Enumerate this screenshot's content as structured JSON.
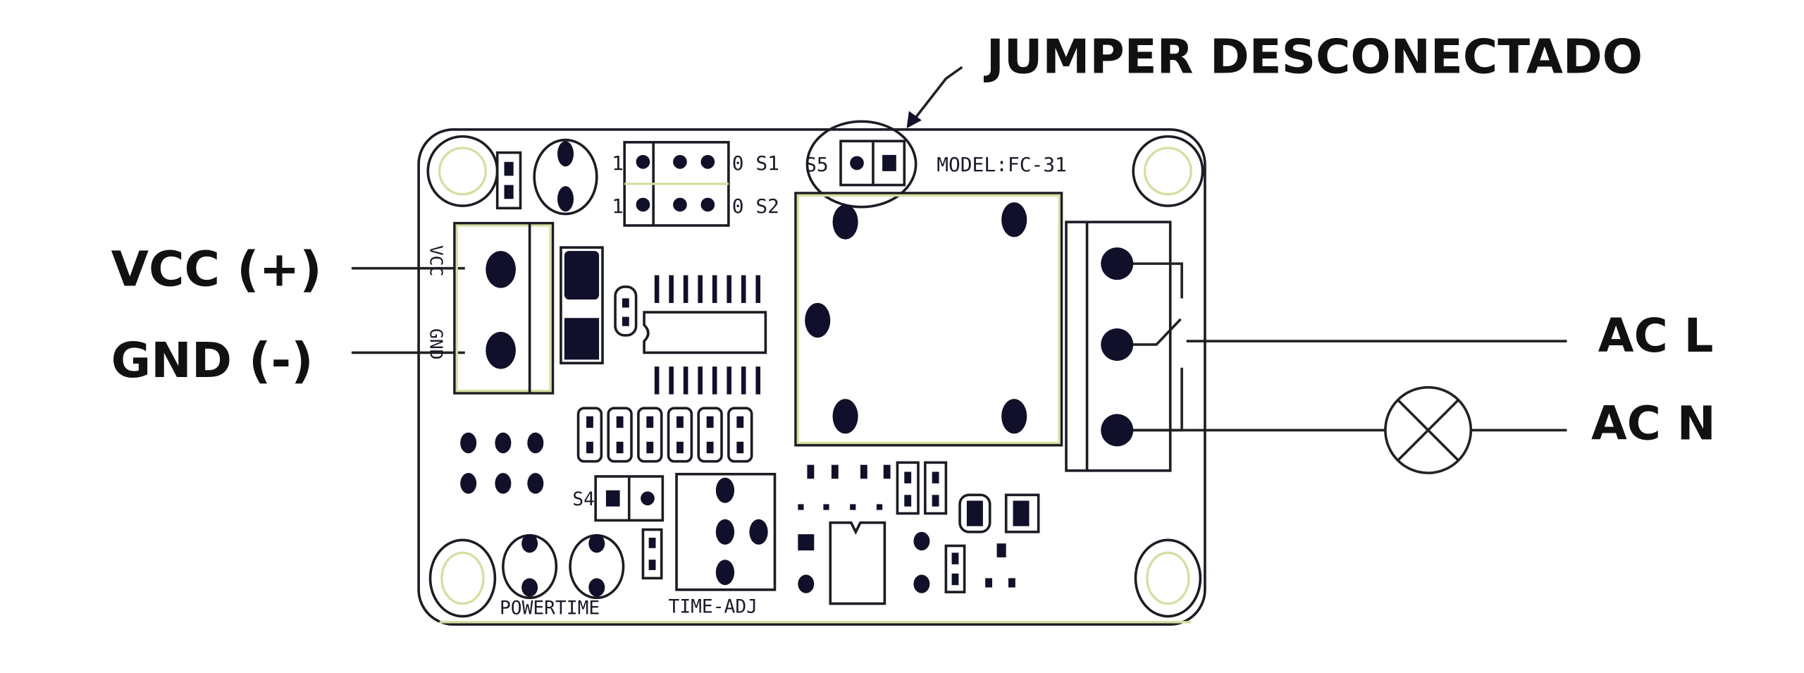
{
  "title": "JUMPER DESCONECTADO",
  "labels": {
    "vcc": "VCC (+)",
    "gnd": "GND (-)",
    "ac_l": "AC L",
    "ac_n": "AC N"
  },
  "board": {
    "model": "MODEL:FC-31",
    "s1": "0 S1",
    "s2": "0 S2",
    "one": "1",
    "s4": "S4",
    "s5": "S5",
    "vcc_pin": "VCC",
    "gnd_pin": "GND",
    "powertime": "POWERTIME",
    "time_adj": "TIME-ADJ"
  },
  "colors": {
    "board_outline": "#1c1c24",
    "silkscreen_yellow": "#d8dca0",
    "pad_fill": "#10102a"
  }
}
